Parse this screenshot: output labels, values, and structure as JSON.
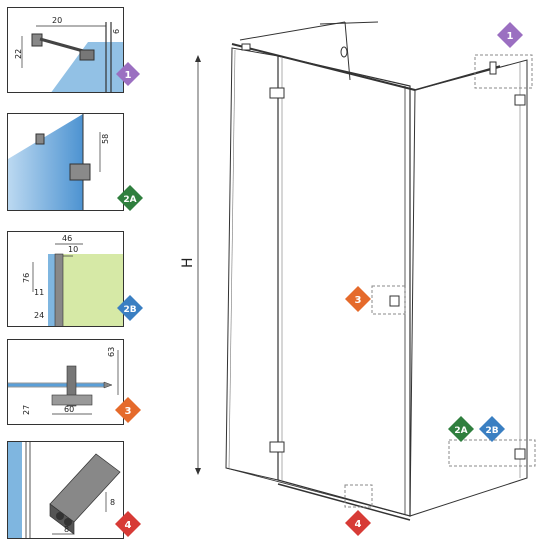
{
  "colors": {
    "purple": "#9b6fc1",
    "green": "#2f7f3e",
    "blue": "#3a7fc2",
    "orange": "#e56a2b",
    "red": "#d73b36",
    "glass": "#7fb6e0",
    "wall": "#d6e9a6"
  },
  "badges": {
    "b1": "1",
    "b2a": "2A",
    "b2b": "2B",
    "b3": "3",
    "b4": "4"
  },
  "panel1": {
    "dim_top": "20",
    "dim_left": "22",
    "dim_right": "6"
  },
  "panel2": {
    "dim": "58"
  },
  "panel3": {
    "dim_46": "46",
    "dim_10": "10",
    "dim_76": "76",
    "dim_11": "11",
    "dim_24": "24"
  },
  "panel4": {
    "dim_63": "63",
    "dim_27": "27",
    "dim_60": "60"
  },
  "panel5": {
    "dim_8_right": "8",
    "dim_8_bottom": "8"
  },
  "main": {
    "height_label": "H"
  }
}
